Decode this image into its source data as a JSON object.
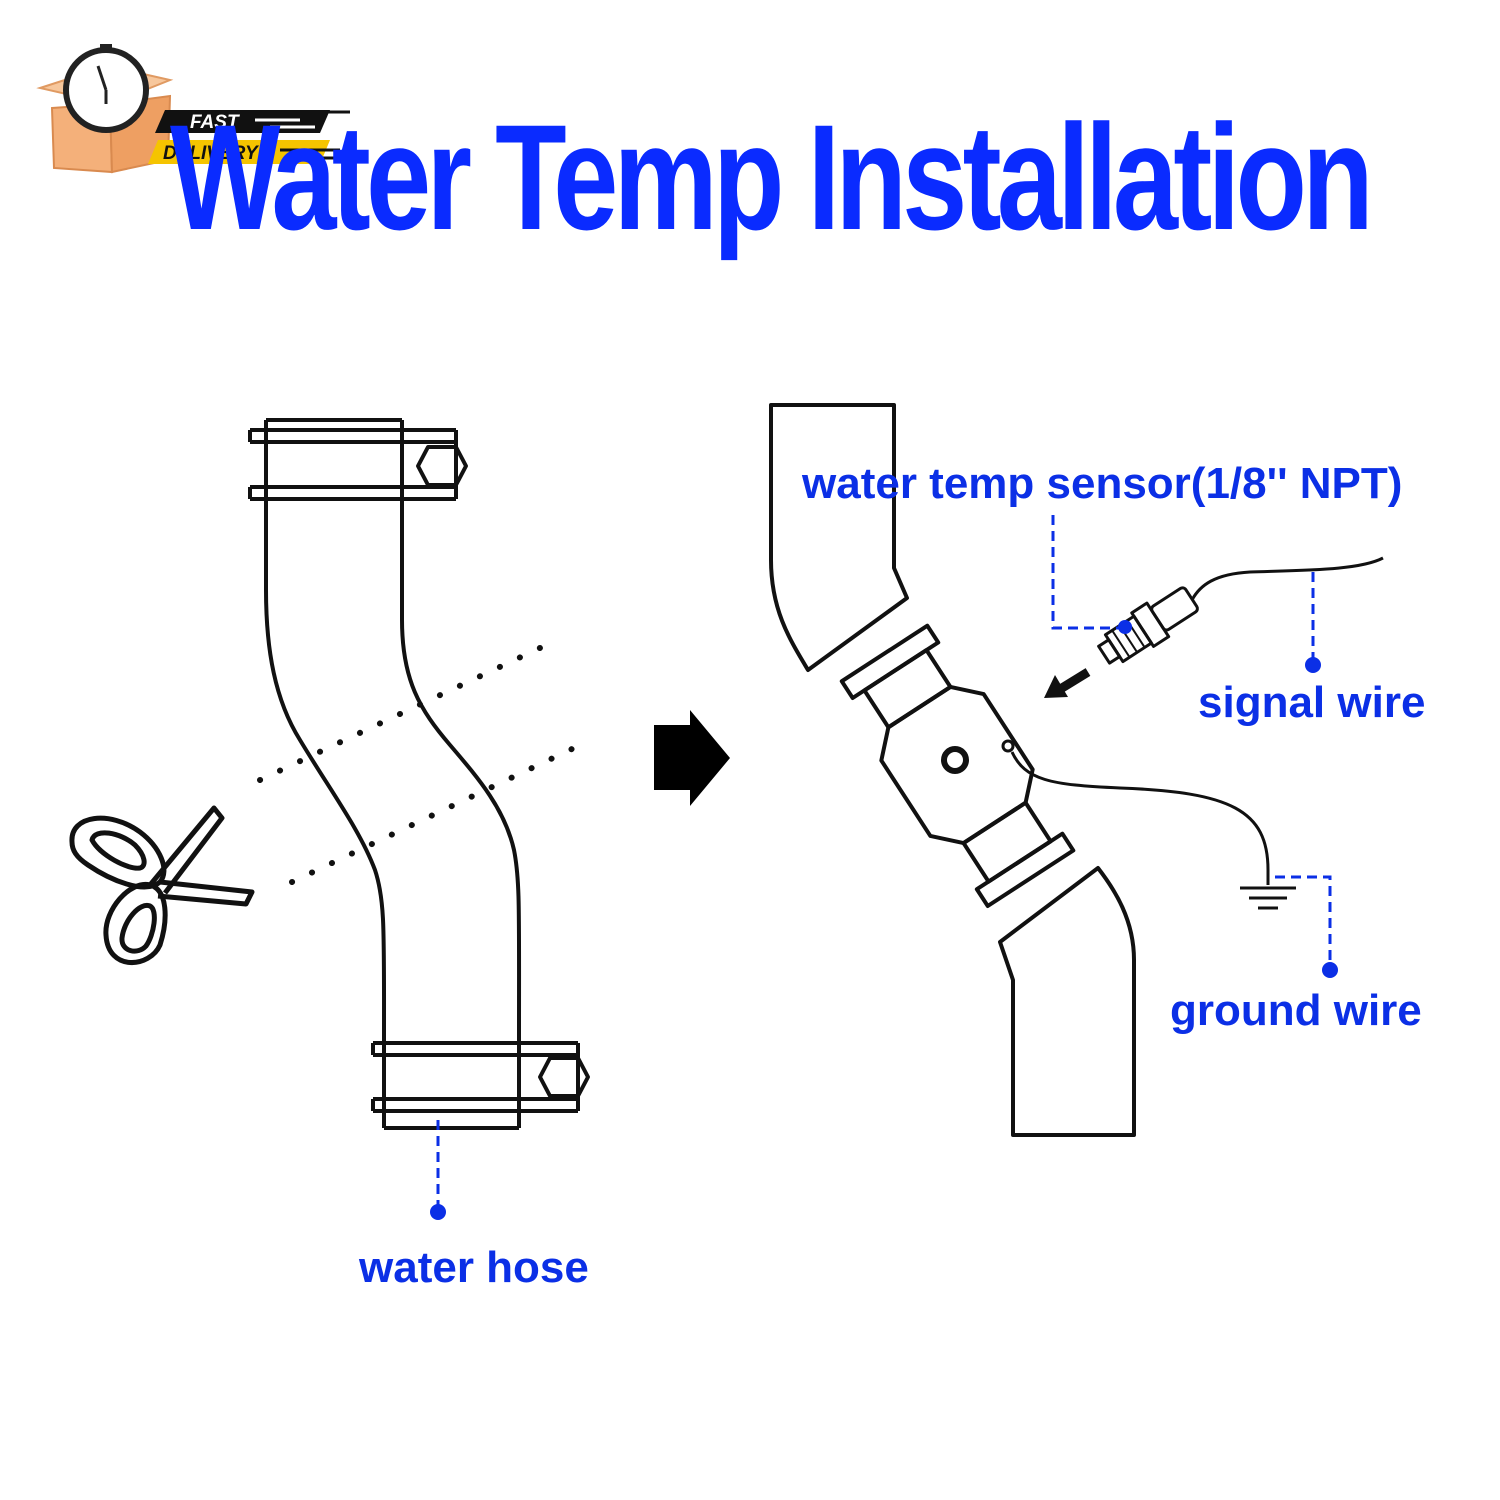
{
  "title": "Water Temp Installation",
  "badge": {
    "line1": "FAST",
    "line2": "DELIVERY"
  },
  "labels": {
    "sensor": "water temp sensor(1/8'' NPT)",
    "signal": "signal wire",
    "ground": "ground wire",
    "hose": "water hose"
  },
  "colors": {
    "accent": "#0a2bff",
    "line": "#111111",
    "badge_yellow": "#f5c400",
    "box": "#f4b07a"
  }
}
